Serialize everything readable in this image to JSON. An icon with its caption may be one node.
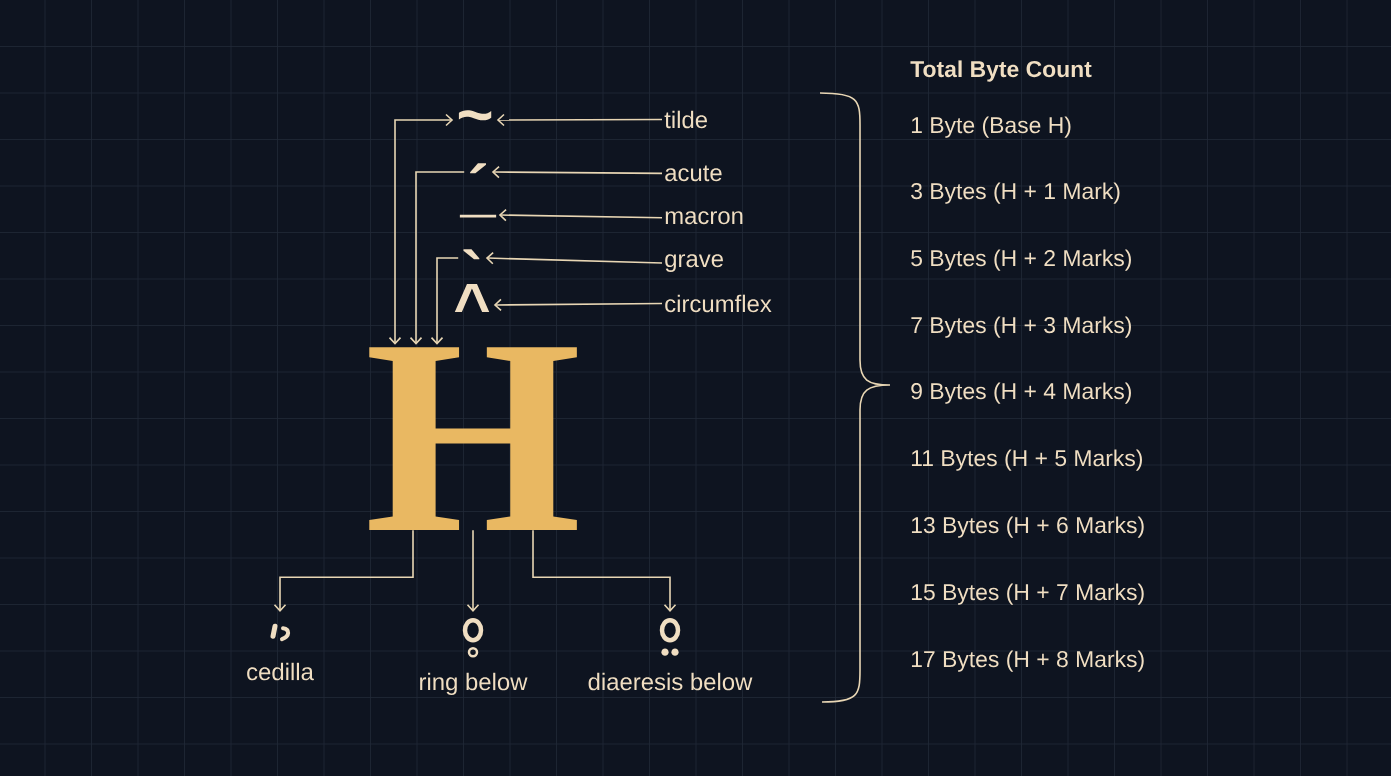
{
  "diagram": {
    "nodes": [
      {
        "text": [
          "H"
        ]
      },
      {
        "text": [
          "~"
        ]
      },
      {
        "text": [
          "´"
        ]
      },
      {
        "text": [
          "¯"
        ]
      },
      {
        "text": [
          "`"
        ]
      },
      {
        "text": [
          "^"
        ]
      },
      {
        "text": [
          "tilde"
        ]
      },
      {
        "text": [
          "acute"
        ]
      },
      {
        "text": [
          "macron"
        ]
      },
      {
        "text": [
          "grave"
        ]
      },
      {
        "text": [
          "circumflex"
        ]
      },
      {
        "text": [
          "cedilla"
        ]
      },
      {
        "text": [
          "ring below"
        ]
      },
      {
        "text": [
          "diaeresis below"
        ]
      }
    ],
    "edges": [
      {
        "from": 6,
        "to": 1,
        "arrow": "to"
      },
      {
        "from": 7,
        "to": 2,
        "arrow": "to"
      },
      {
        "from": 8,
        "to": 3,
        "arrow": "to"
      },
      {
        "from": 9,
        "to": 4,
        "arrow": "to"
      },
      {
        "from": 10,
        "to": 5,
        "arrow": "to"
      },
      {
        "from": 0,
        "to": 1,
        "arrow": "both"
      },
      {
        "from": 2,
        "to": 0,
        "arrow": "to"
      },
      {
        "from": 4,
        "to": 0,
        "arrow": "to"
      },
      {
        "from": 0,
        "to": 11,
        "arrow": "to"
      },
      {
        "from": 0,
        "to": 12,
        "arrow": "to"
      },
      {
        "from": 0,
        "to": 13,
        "arrow": "to"
      }
    ],
    "labels": [
      "Total Byte Count",
      "1 Byte (Base H)",
      "3 Bytes (H + 1 Mark)",
      "5 Bytes (H + 2 Marks)",
      "7 Bytes (H + 3 Marks)",
      "9 Bytes (H + 4 Marks)",
      "11 Bytes (H + 5 Marks)",
      "13 Bytes (H + 6 Marks)",
      "15 Bytes (H + 7 Marks)",
      "17 Bytes (H + 8 Marks)"
    ]
  }
}
